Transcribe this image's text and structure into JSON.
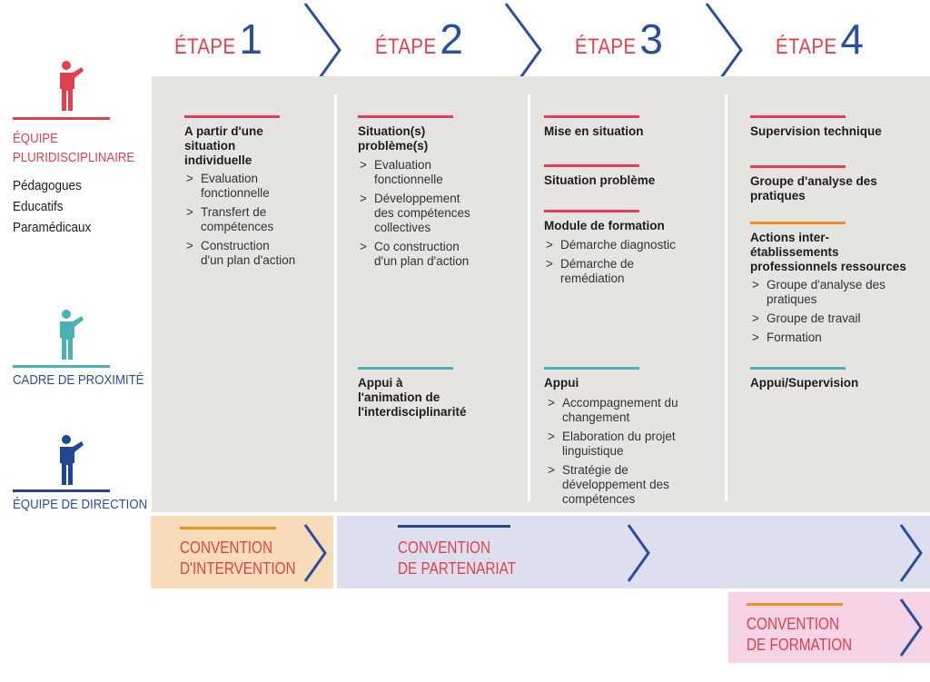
{
  "steps": [
    {
      "word": "ÉTAPE",
      "num": "1"
    },
    {
      "word": "ÉTAPE",
      "num": "2"
    },
    {
      "word": "ÉTAPE",
      "num": "3"
    },
    {
      "word": "ÉTAPE",
      "num": "4"
    }
  ],
  "legend": {
    "equipe_pluri": {
      "line1": "ÉQUIPE",
      "line2": "PLURIDISCIPLINAIRE",
      "members": [
        "Pédagogues",
        "Educatifs",
        "Paramédicaux"
      ]
    },
    "cadre": "CADRE DE PROXIMITÉ",
    "direction": "ÉQUIPE DE DIRECTION"
  },
  "col1": {
    "title": [
      "A partir d'une",
      "situation",
      "individuelle"
    ],
    "items": [
      [
        "Evaluation",
        "fonctionnelle"
      ],
      [
        "Transfert de",
        "compétences"
      ],
      [
        "Construction",
        "d'un plan d'action"
      ]
    ]
  },
  "col2": {
    "title": [
      "Situation(s)",
      "problème(s)"
    ],
    "items": [
      [
        "Evaluation",
        "fonctionnelle"
      ],
      [
        "Développement",
        "des compétences",
        "collectives"
      ],
      [
        "Co construction",
        "d'un plan d'action"
      ]
    ],
    "appui": [
      "Appui à",
      "l'animation de",
      "l'interdisciplinarité"
    ]
  },
  "col3": {
    "t1": "Mise en situation",
    "t2": "Situation problème",
    "t3": "Module de formation",
    "items": [
      [
        "Démarche diagnostic"
      ],
      [
        "Démarche de",
        "remédiation"
      ]
    ],
    "appui": "Appui",
    "appui_items": [
      [
        "Accompagnement du",
        "changement"
      ],
      [
        "Elaboration du projet",
        "linguistique"
      ],
      [
        "Stratégie de",
        "développement des",
        "compétences"
      ]
    ]
  },
  "col4": {
    "t1": "Supervision technique",
    "t2": [
      "Groupe d'analyse des",
      "pratiques"
    ],
    "t3": [
      "Actions inter-",
      "établissements",
      "professionnels ressources"
    ],
    "items": [
      [
        "Groupe d'analyse des",
        "pratiques"
      ],
      [
        "Groupe de travail"
      ],
      [
        "Formation"
      ]
    ],
    "appui": "Appui/Supervision"
  },
  "conventions": {
    "intervention": [
      "CONVENTION",
      "D'INTERVENTION"
    ],
    "partenariat": [
      "CONVENTION",
      "DE PARTENARIAT"
    ],
    "formation": [
      "CONVENTION",
      "DE FORMATION"
    ]
  },
  "colors": {
    "red": "#e0404f",
    "navy": "#2a4f9c",
    "teal": "#4ab2b6",
    "orange": "#ef9223",
    "grey": "#e6e4e1"
  }
}
